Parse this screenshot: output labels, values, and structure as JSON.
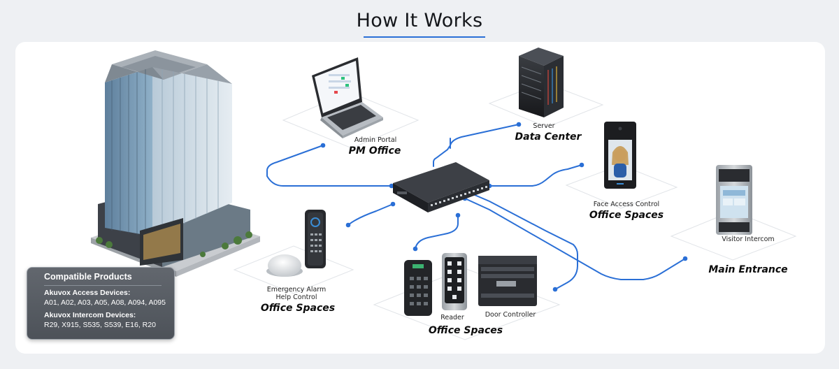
{
  "page": {
    "title": "How It Works",
    "accent_color": "#2a6fd6",
    "line_color": "#2a6fd6",
    "panel_color": "#ffffff",
    "background_color": "#eef0f3"
  },
  "nodes": {
    "admin_portal": {
      "device_label": "Admin Portal",
      "location": "PM Office",
      "icon": "laptop-icon"
    },
    "data_center": {
      "device_label": "Server",
      "location": "Data Center",
      "icon": "server-rack-icon"
    },
    "face_access": {
      "device_label": "Face Access Control",
      "location": "Office Spaces",
      "icon": "face-terminal-icon"
    },
    "visitor_intercom": {
      "device_label": "Visitor Intercom",
      "location": "Main Entrance",
      "icon": "intercom-panel-icon"
    },
    "emergency": {
      "device_label_1": "Emergency Alarm",
      "device_label_2": "Help Control",
      "location": "Office Spaces",
      "icon": "alarm-reader-icon"
    },
    "readers": {
      "reader_label": "Reader",
      "controller_label": "Door Controller",
      "location": "Office Spaces",
      "icon": "keypad-reader-icon"
    },
    "switch": {
      "icon": "network-switch-icon"
    },
    "building": {
      "icon": "office-building-icon"
    }
  },
  "products": {
    "title": "Compatible Products",
    "access_heading": "Akuvox Access Devices:",
    "access_models": "A01, A02, A03, A05, A08, A094, A095",
    "intercom_heading": "Akuvox Intercom Devices:",
    "intercom_models": "R29, X915, S535, S539, E16, R20"
  }
}
